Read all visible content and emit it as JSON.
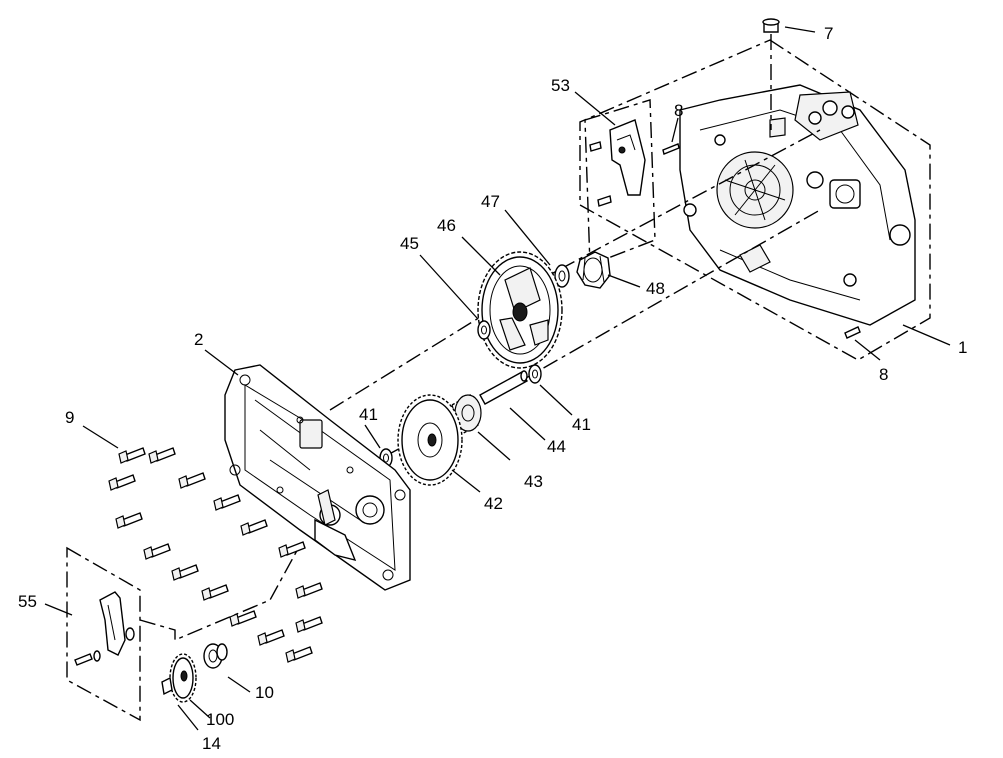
{
  "callouts": {
    "c7": "7",
    "c53": "53",
    "c8a": "8",
    "c47": "47",
    "c46": "46",
    "c45": "45",
    "c48": "48",
    "c1": "1",
    "c8b": "8",
    "c2": "2",
    "c41a": "41",
    "c41b": "41",
    "c44": "44",
    "c9": "9",
    "c43": "43",
    "c42": "42",
    "c55": "55",
    "c10": "10",
    "c100": "100",
    "c14": "14"
  }
}
